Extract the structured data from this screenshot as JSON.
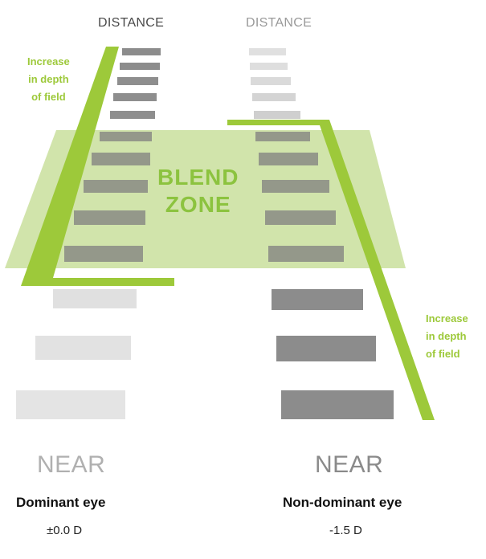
{
  "left_panel": {
    "top_label": "DISTANCE",
    "bottom_label": "NEAR",
    "eye_title": "Dominant eye",
    "eye_power": "±0.0 D",
    "depth_of_field_label": "Increase\nin depth\nof field"
  },
  "right_panel": {
    "top_label": "DISTANCE",
    "bottom_label": "NEAR",
    "eye_title": "Non-dominant eye",
    "eye_power": "-1.5 D",
    "depth_of_field_label": "Increase\nin depth\nof field"
  },
  "blend_zone_label": "BLEND\nZONE",
  "colors": {
    "green_accent": "#9dc93a",
    "blend_zone_fill": "#cfe3a6",
    "sharp_bar": "#8e8e8e",
    "blurred_bar": "#dcdcdc"
  }
}
